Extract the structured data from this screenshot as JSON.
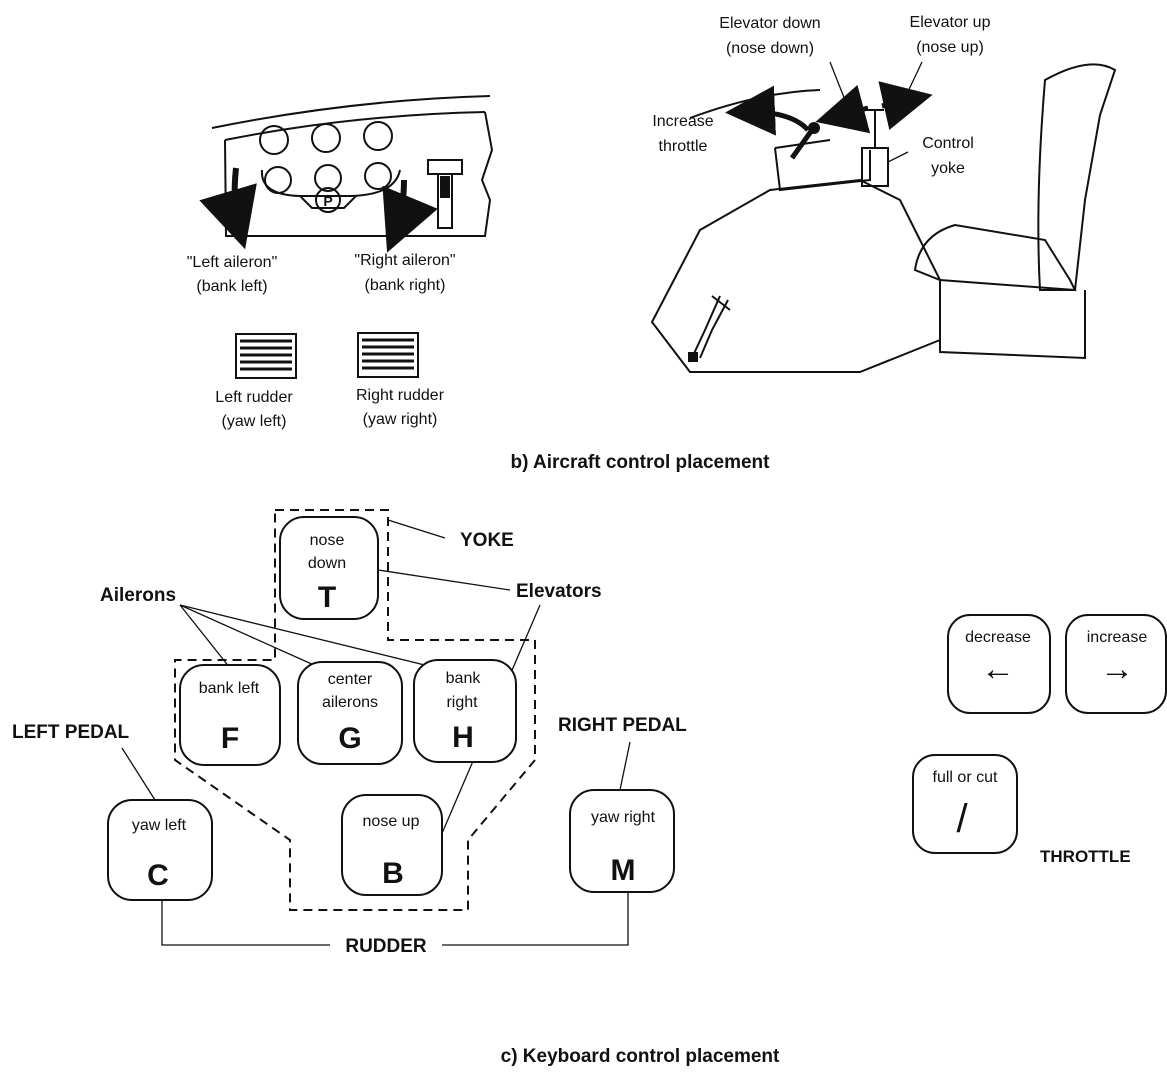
{
  "section_b": {
    "caption": "b) Aircraft control placement",
    "left_aileron_line1": "\"Left aileron\"",
    "left_aileron_line2": "(bank left)",
    "right_aileron_line1": "\"Right aileron\"",
    "right_aileron_line2": "(bank right)",
    "left_rudder_line1": "Left rudder",
    "left_rudder_line2": "(yaw left)",
    "right_rudder_line1": "Right rudder",
    "right_rudder_line2": "(yaw right)",
    "panel_p": "P",
    "elev_down_line1": "Elevator down",
    "elev_down_line2": "(nose down)",
    "elev_up_line1": "Elevator up",
    "elev_up_line2": "(nose up)",
    "throttle_line1": "Increase",
    "throttle_line2": "throttle",
    "yoke_line1": "Control",
    "yoke_line2": "yoke"
  },
  "section_c": {
    "caption": "c) Keyboard control placement",
    "yoke_label": "YOKE",
    "ailerons_label": "Ailerons",
    "elevators_label": "Elevators",
    "left_pedal_label": "LEFT PEDAL",
    "right_pedal_label": "RIGHT PEDAL",
    "rudder_label": "RUDDER",
    "throttle_label": "THROTTLE",
    "keys": {
      "T": {
        "line1": "nose",
        "line2": "down",
        "letter": "T"
      },
      "F": {
        "line1": "bank left",
        "letter": "F"
      },
      "G": {
        "line1": "center",
        "line2": "ailerons",
        "letter": "G"
      },
      "H": {
        "line1": "bank",
        "line2": "right",
        "letter": "H"
      },
      "B": {
        "line1": "nose up",
        "letter": "B"
      },
      "C": {
        "line1": "yaw left",
        "letter": "C"
      },
      "M": {
        "line1": "yaw right",
        "letter": "M"
      },
      "decrease": {
        "line1": "decrease",
        "arrow": "←"
      },
      "increase": {
        "line1": "increase",
        "arrow": "→"
      },
      "full": {
        "line1": "full or cut",
        "glyph": "/"
      }
    }
  }
}
